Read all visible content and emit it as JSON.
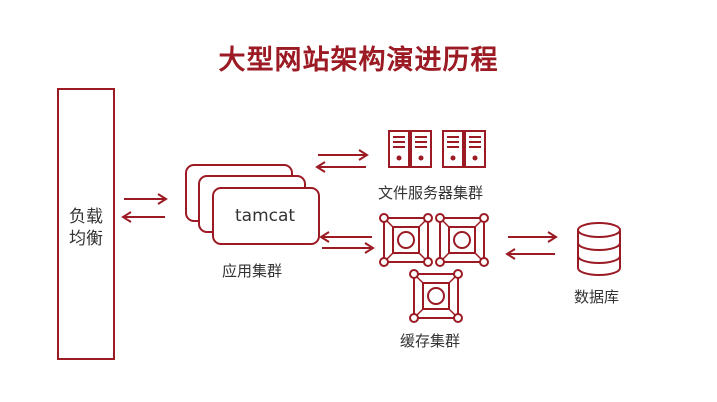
{
  "title": "大型网站架构演进历程",
  "load_balancer": {
    "line1": "负载",
    "line2": "均衡"
  },
  "app_cluster": {
    "server_label": "tamcat",
    "label": "应用集群"
  },
  "file_cluster": {
    "label": "文件服务器集群"
  },
  "cache_cluster": {
    "label": "缓存集群"
  },
  "database": {
    "label": "数据库"
  },
  "colors": {
    "accent": "#9b1a23",
    "text": "#333333"
  }
}
